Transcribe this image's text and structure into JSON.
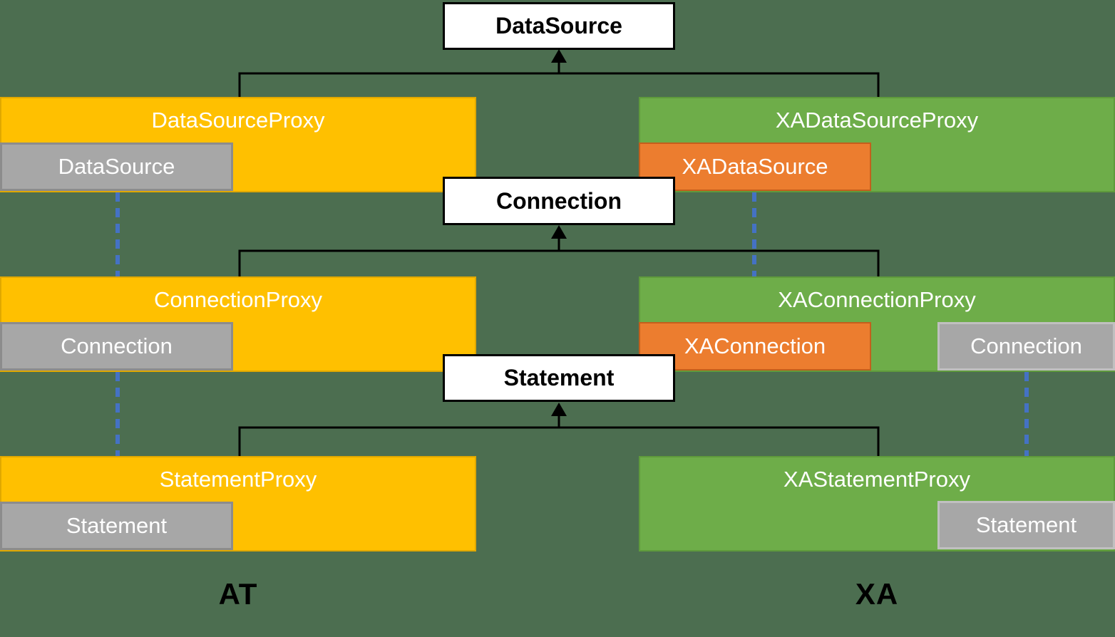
{
  "interfaces": {
    "datasource": "DataSource",
    "connection": "Connection",
    "statement": "Statement"
  },
  "at": {
    "label": "AT",
    "rows": [
      {
        "proxy": "DataSourceProxy",
        "inner": "DataSource"
      },
      {
        "proxy": "ConnectionProxy",
        "inner": "Connection"
      },
      {
        "proxy": "StatementProxy",
        "inner": "Statement"
      }
    ]
  },
  "xa": {
    "label": "XA",
    "rows": [
      {
        "proxy": "XADataSourceProxy",
        "inner": "XADataSource"
      },
      {
        "proxy": "XAConnectionProxy",
        "inner": "XAConnection",
        "right": "Connection"
      },
      {
        "proxy": "XAStatementProxy",
        "right": "Statement"
      }
    ]
  },
  "colors": {
    "background": "#4c6e50",
    "yellow": "#ffc000",
    "yellow_border": "#e0a800",
    "green": "#6ead49",
    "green_border": "#5f9a3c",
    "orange": "#ec7d2f",
    "orange_border": "#c45f1c",
    "gray": "#a7a7a7",
    "gray_border": "#8c8c8c",
    "gray_border_light": "#c0c0c0",
    "white_box": "#ffffff",
    "black_line": "#000000",
    "blue_arrow": "#4472c4",
    "red_arrow": "#fa0000",
    "text_light": "#ffffff",
    "text_dark": "#000000"
  }
}
